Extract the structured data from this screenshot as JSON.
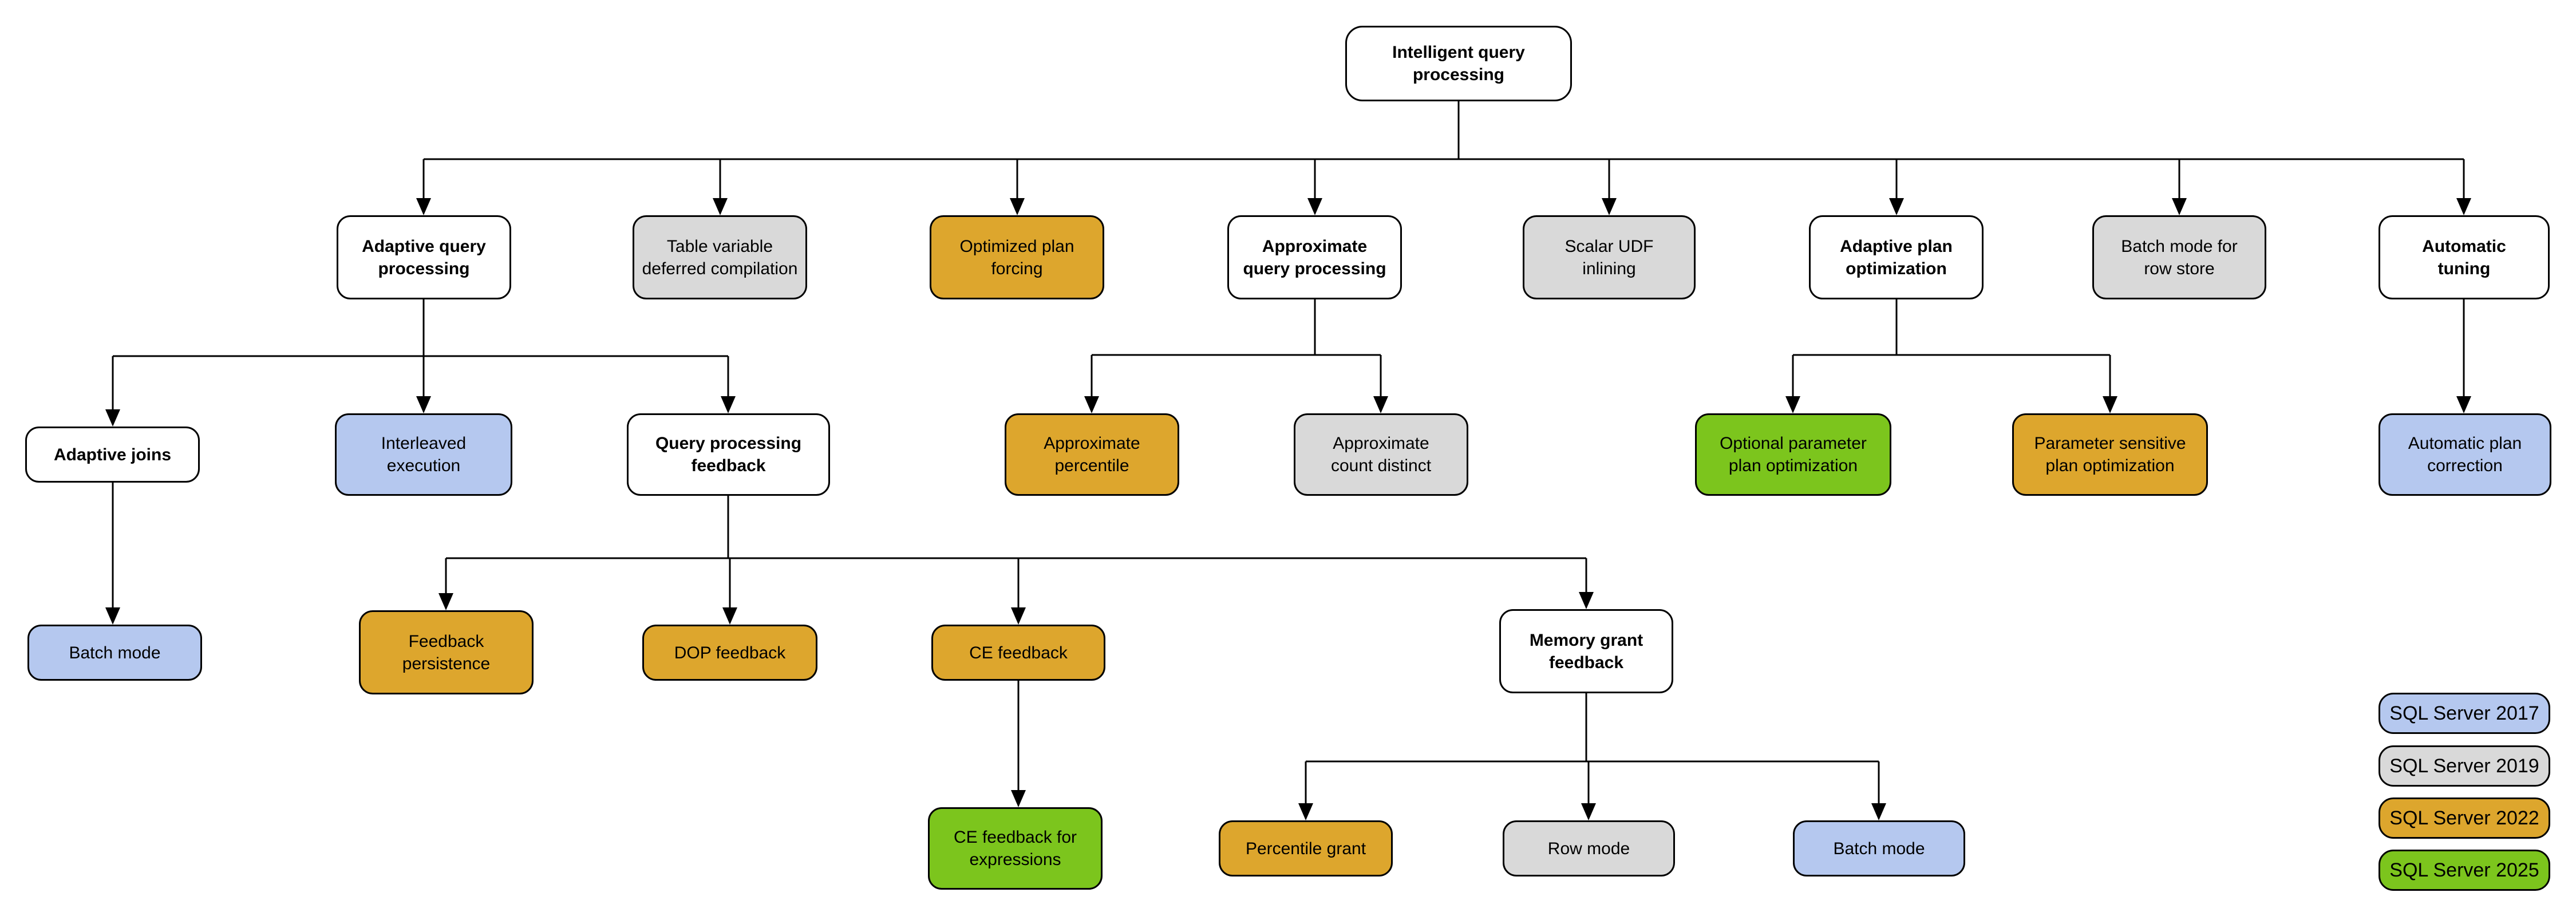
{
  "palette": {
    "none": "#ffffff",
    "2017": "#b5c8ef",
    "2019": "#d9d9d9",
    "2022": "#dda62d",
    "2025": "#7cc51d"
  },
  "line_color": "#000000",
  "border_color": "#000000",
  "nodes": {
    "root": {
      "label": "Intelligent query\nprocessing",
      "version": "none"
    },
    "aqp": {
      "label": "Adaptive query\nprocessing",
      "version": "none"
    },
    "tvdc": {
      "label": "Table variable\ndeferred compilation",
      "version": "2019"
    },
    "opf": {
      "label": "Optimized plan\nforcing",
      "version": "2022"
    },
    "aqproc": {
      "label": "Approximate\nquery processing",
      "version": "none"
    },
    "sui": {
      "label": "Scalar UDF\ninlining",
      "version": "2019"
    },
    "apo": {
      "label": "Adaptive plan\noptimization",
      "version": "none"
    },
    "bmrs": {
      "label": "Batch mode for\nrow store",
      "version": "2019"
    },
    "at": {
      "label": "Automatic\ntuning",
      "version": "none"
    },
    "aj": {
      "label": "Adaptive joins",
      "version": "none"
    },
    "ie": {
      "label": "Interleaved\nexecution",
      "version": "2017"
    },
    "qpf": {
      "label": "Query processing\nfeedback",
      "version": "none"
    },
    "apct": {
      "label": "Approximate\npercentile",
      "version": "2022"
    },
    "acd": {
      "label": "Approximate\ncount distinct",
      "version": "2019"
    },
    "oppo": {
      "label": "Optional parameter\nplan optimization",
      "version": "2025"
    },
    "pspo": {
      "label": "Parameter sensitive\nplan optimization",
      "version": "2022"
    },
    "apc": {
      "label": "Automatic plan\ncorrection",
      "version": "2017"
    },
    "bm_aj": {
      "label": "Batch mode",
      "version": "2017"
    },
    "fp": {
      "label": "Feedback\npersistence",
      "version": "2022"
    },
    "dop": {
      "label": "DOP feedback",
      "version": "2022"
    },
    "cef": {
      "label": "CE feedback",
      "version": "2022"
    },
    "mgf": {
      "label": "Memory grant\nfeedback",
      "version": "none"
    },
    "cefe": {
      "label": "CE feedback for\nexpressions",
      "version": "2025"
    },
    "pg": {
      "label": "Percentile grant",
      "version": "2022"
    },
    "rm": {
      "label": "Row mode",
      "version": "2019"
    },
    "bm_mgf": {
      "label": "Batch mode",
      "version": "2017"
    }
  },
  "legend": {
    "items": [
      {
        "label": "SQL Server 2017",
        "version": "2017",
        "color": "#b5c8ef"
      },
      {
        "label": "SQL Server 2019",
        "version": "2019",
        "color": "#d9d9d9"
      },
      {
        "label": "SQL Server 2022",
        "version": "2022",
        "color": "#dda62d"
      },
      {
        "label": "SQL Server 2025",
        "version": "2025",
        "color": "#7cc51d"
      }
    ]
  }
}
